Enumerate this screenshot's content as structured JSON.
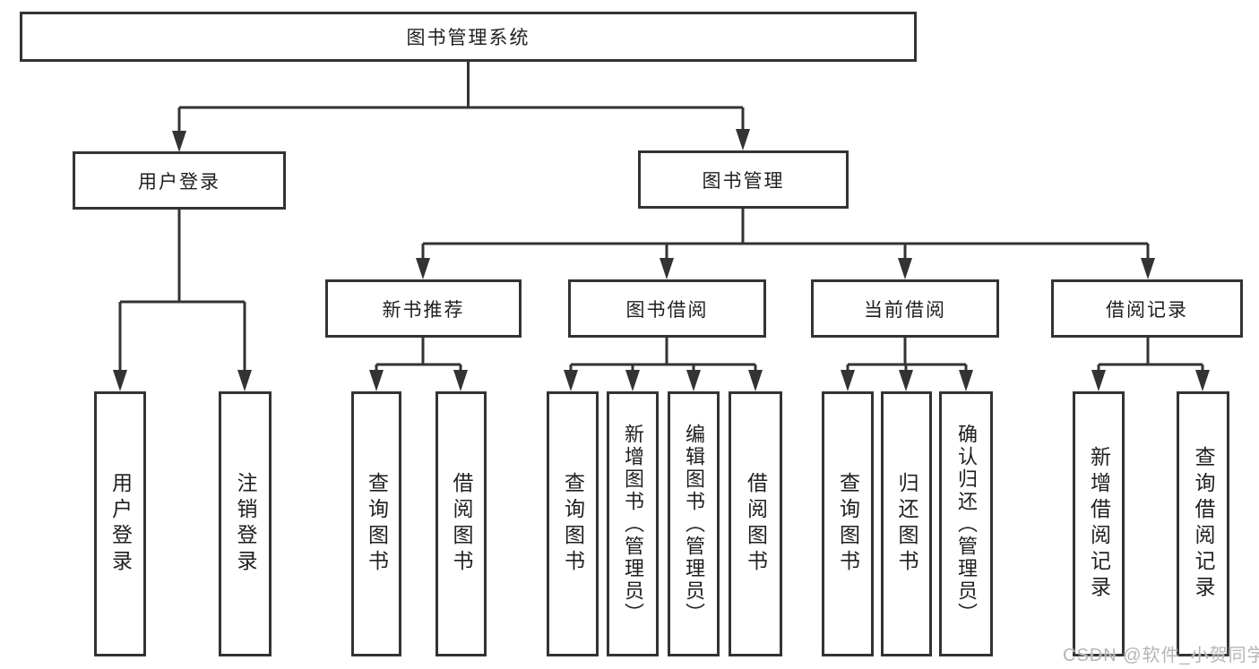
{
  "tree": {
    "label": "图书管理系统",
    "children": [
      {
        "label": "用户登录",
        "children": [
          {
            "label": "用户登录"
          },
          {
            "label": "注销登录"
          }
        ]
      },
      {
        "label": "图书管理",
        "children": [
          {
            "label": "新书推荐",
            "children": [
              {
                "label": "查询图书"
              },
              {
                "label": "借阅图书"
              }
            ]
          },
          {
            "label": "图书借阅",
            "children": [
              {
                "label": "查询图书"
              },
              {
                "label": "新增图书（管理员）"
              },
              {
                "label": "编辑图书（管理员）"
              },
              {
                "label": "借阅图书"
              }
            ]
          },
          {
            "label": "当前借阅",
            "children": [
              {
                "label": "查询图书"
              },
              {
                "label": "归还图书"
              },
              {
                "label": "确认归还（管理员）"
              }
            ]
          },
          {
            "label": "借阅记录",
            "children": [
              {
                "label": "新增借阅记录"
              },
              {
                "label": "查询借阅记录"
              }
            ]
          }
        ]
      }
    ]
  },
  "watermark": "CSDN @软件_小贺同学",
  "colors": {
    "line": "#333333",
    "box_border": "#333333",
    "text": "#1f1f1f",
    "watermark": "#b5b5b5",
    "background": "#ffffff"
  }
}
